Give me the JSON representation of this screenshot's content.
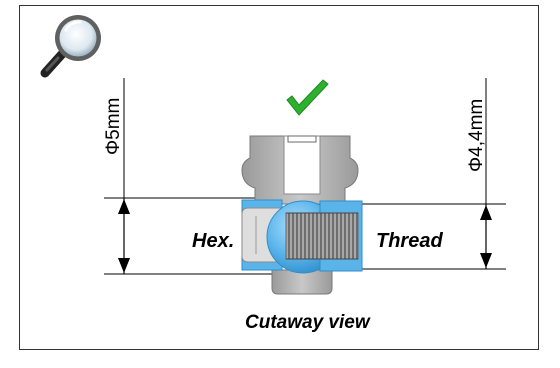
{
  "labels": {
    "diameter_left": "Φ5mm",
    "diameter_right": "Φ4,4mm",
    "hex": "Hex.",
    "thread": "Thread",
    "caption": "Cutaway view"
  },
  "icons": {
    "magnifier": "magnifier-icon",
    "check": "checkmark-icon"
  },
  "colors": {
    "part_gray": "#b4b4b4",
    "part_gray_dark": "#8e8e8e",
    "ball_blue": "#5ab4ea",
    "check_green": "#2db02d",
    "dimension_line": "#000000"
  }
}
